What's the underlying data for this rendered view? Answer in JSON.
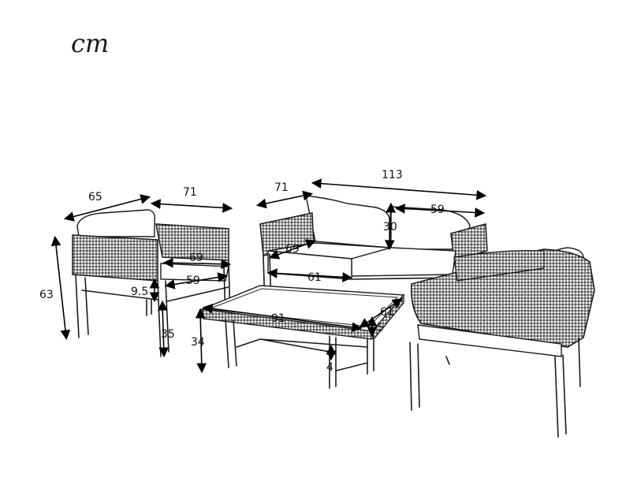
{
  "unit_label": "cm",
  "dimensions": [
    {
      "id": "chair-left-depth",
      "text": "65"
    },
    {
      "id": "chair-left-width",
      "text": "71"
    },
    {
      "id": "chair-left-seat-depth",
      "text": "69"
    },
    {
      "id": "chair-left-seat-width",
      "text": "59"
    },
    {
      "id": "chair-left-cushion",
      "text": "9.5"
    },
    {
      "id": "chair-left-height",
      "text": "63"
    },
    {
      "id": "chair-left-seat-height",
      "text": "35"
    },
    {
      "id": "sofa-depth",
      "text": "71"
    },
    {
      "id": "sofa-width",
      "text": "113"
    },
    {
      "id": "sofa-back",
      "text": "30"
    },
    {
      "id": "sofa-seat-width",
      "text": "59"
    },
    {
      "id": "sofa-seat-depth",
      "text": "69"
    },
    {
      "id": "sofa-seat-length",
      "text": "61"
    },
    {
      "id": "table-length",
      "text": "91"
    },
    {
      "id": "table-width",
      "text": "61"
    },
    {
      "id": "table-top",
      "text": "5"
    },
    {
      "id": "table-height",
      "text": "34"
    },
    {
      "id": "table-leg",
      "text": "4"
    }
  ]
}
